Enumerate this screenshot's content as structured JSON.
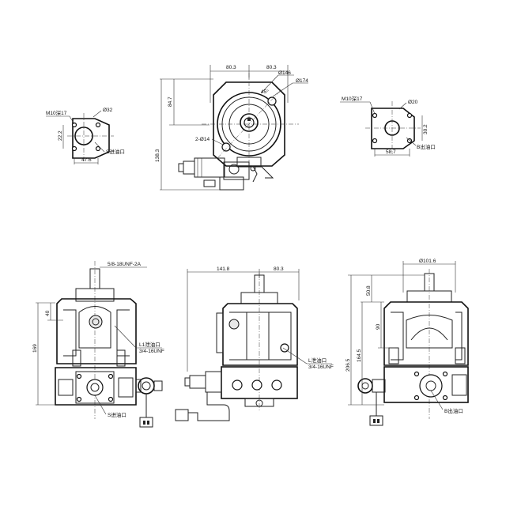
{
  "top_view": {
    "dim_width_left": "80.3",
    "dim_width_right": "80.3",
    "dim_dia_flange": "Ø146",
    "dim_dia_outer": "Ø174",
    "dim_height_upper": "84.7",
    "dim_height_lower": "138.3",
    "dim_holes": "2-Ø14",
    "dim_angle": "45°"
  },
  "inlet_port": {
    "thread": "M10深17",
    "diameter": "Ø32",
    "vertical": "22.2",
    "horizontal": "47.6",
    "label": "S进油口"
  },
  "outlet_port": {
    "thread": "M10深17",
    "diameter": "Ø20",
    "vertical": "30.2",
    "horizontal": "58.7",
    "label": "B出油口"
  },
  "left_view": {
    "shaft_thread": "5/8-18UNF-2A",
    "dim_40": "40",
    "dim_169": "169",
    "drain_label": "L1泄油口",
    "drain_thread": "3/4-16UNF",
    "inlet_label": "S进油口"
  },
  "front_view": {
    "dim_left": "141.8",
    "dim_right": "80.3",
    "drain_label": "L泄油口",
    "drain_thread": "3/4-16UNF"
  },
  "right_view": {
    "dia_pilot": "Ø101.6",
    "dim_50_8": "50.8",
    "dim_90": "90",
    "dim_164_5": "164.5",
    "dim_206_5": "206.5",
    "outlet_label": "B出油口"
  }
}
